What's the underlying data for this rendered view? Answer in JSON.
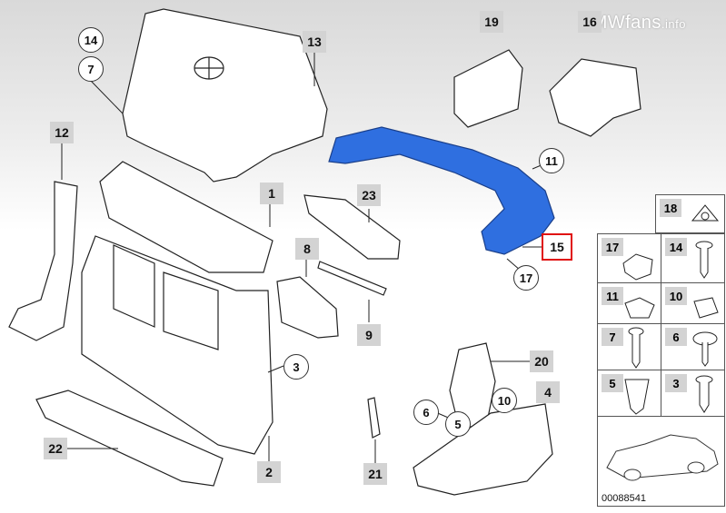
{
  "watermark": {
    "main": "MWfans",
    "suffix": ".info"
  },
  "callouts": {
    "c14": "14",
    "c7": "7",
    "c13": "13",
    "c19": "19",
    "c16": "16",
    "c12": "12",
    "c11": "11",
    "c1": "1",
    "c23": "23",
    "c8": "8",
    "c15": "15",
    "c17": "17",
    "c9": "9",
    "c3": "3",
    "c20": "20",
    "c10": "10",
    "c4": "4",
    "c6": "6",
    "c5": "5",
    "c22": "22",
    "c2": "2",
    "c21": "21"
  },
  "grid": {
    "g18": "18",
    "g17": "17",
    "g14": "14",
    "g11": "11",
    "g10": "10",
    "g7": "7",
    "g6": "6",
    "g5": "5",
    "g3": "3"
  },
  "doc_number": "00088541",
  "colors": {
    "highlight_part": "#2f6fe0",
    "callout_box": "#d3d3d3",
    "selected_border": "#e01010"
  }
}
